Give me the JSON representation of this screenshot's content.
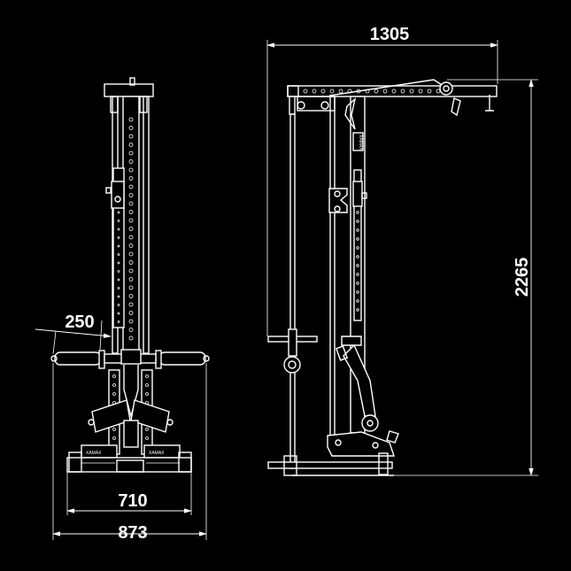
{
  "dimensions": {
    "overall_length": "1305",
    "overall_height": "2265",
    "arm_length": "250",
    "base_width": "710",
    "overall_width": "873"
  },
  "views": {
    "front": {
      "logo_left": "XAMAX",
      "logo_right": "XAMAX"
    },
    "side": {
      "logo": "XAMAX"
    }
  },
  "colors": {
    "background": "#000000",
    "lines": "#ffffff"
  }
}
